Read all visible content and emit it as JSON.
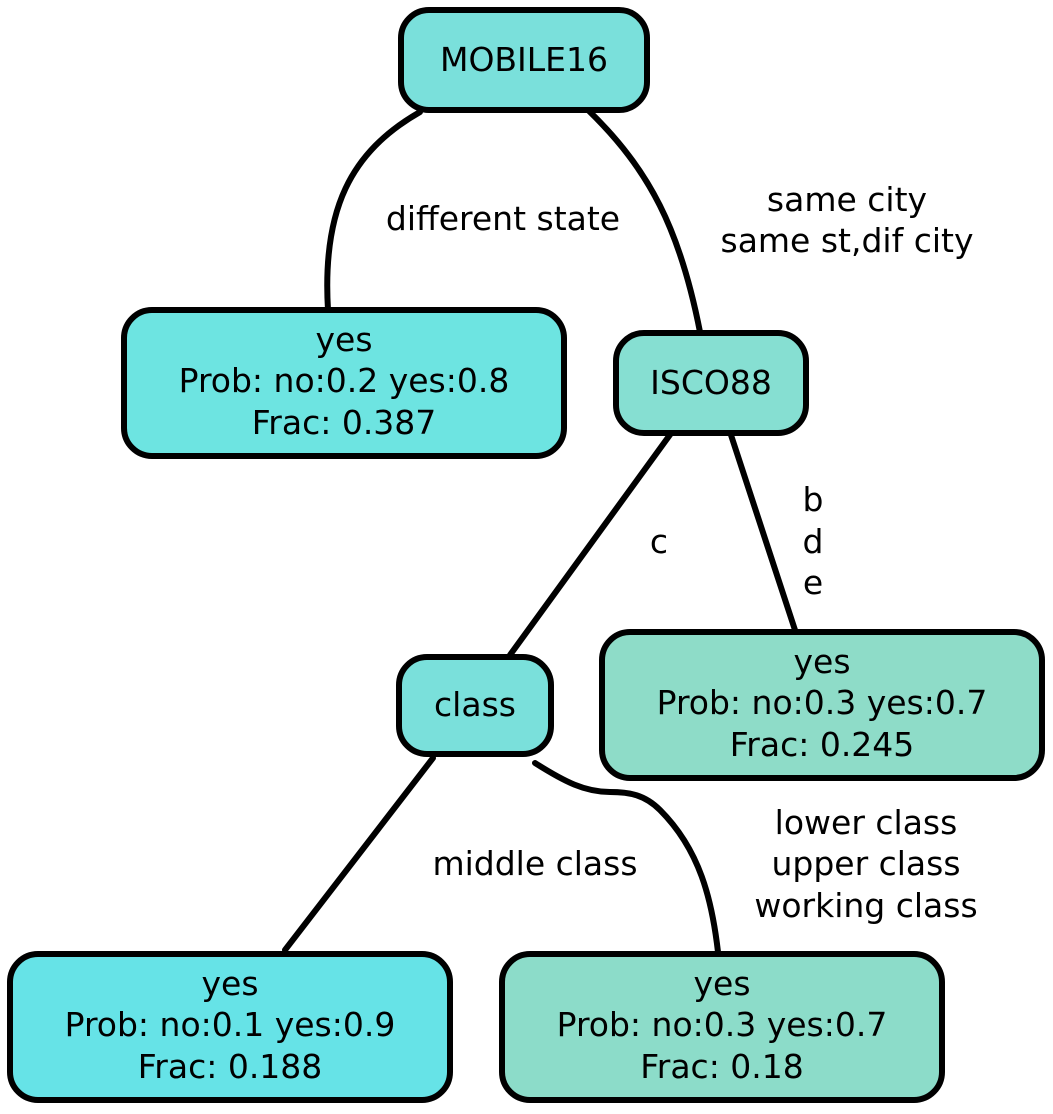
{
  "nodes": {
    "root": {
      "lines": [
        "MOBILE16"
      ],
      "fill": "#7ae0db"
    },
    "leaf_diff_state": {
      "lines": [
        "yes",
        "Prob: no:0.2 yes:0.8",
        "Frac: 0.387"
      ],
      "fill": "#6de4e1"
    },
    "isco88": {
      "lines": [
        "ISCO88"
      ],
      "fill": "#86dfd2"
    },
    "class": {
      "lines": [
        "class"
      ],
      "fill": "#7ae0db"
    },
    "leaf_bde": {
      "lines": [
        "yes",
        "Prob: no:0.3 yes:0.7",
        "Frac: 0.245"
      ],
      "fill": "#8edcc8"
    },
    "leaf_middle": {
      "lines": [
        "yes",
        "Prob: no:0.1 yes:0.9",
        "Frac: 0.188"
      ],
      "fill": "#66e3e7"
    },
    "leaf_other_class": {
      "lines": [
        "yes",
        "Prob: no:0.3 yes:0.7",
        "Frac: 0.18"
      ],
      "fill": "#8cdcc9"
    }
  },
  "edges": {
    "root_to_diff_state": [
      "different state"
    ],
    "root_to_isco88": [
      "same city",
      "same st,dif city"
    ],
    "isco88_to_class": [
      "c"
    ],
    "isco88_to_bde": [
      "b",
      "d",
      "e"
    ],
    "class_to_middle": [
      "middle class"
    ],
    "class_to_other": [
      "lower class",
      "upper class",
      "working class"
    ]
  }
}
